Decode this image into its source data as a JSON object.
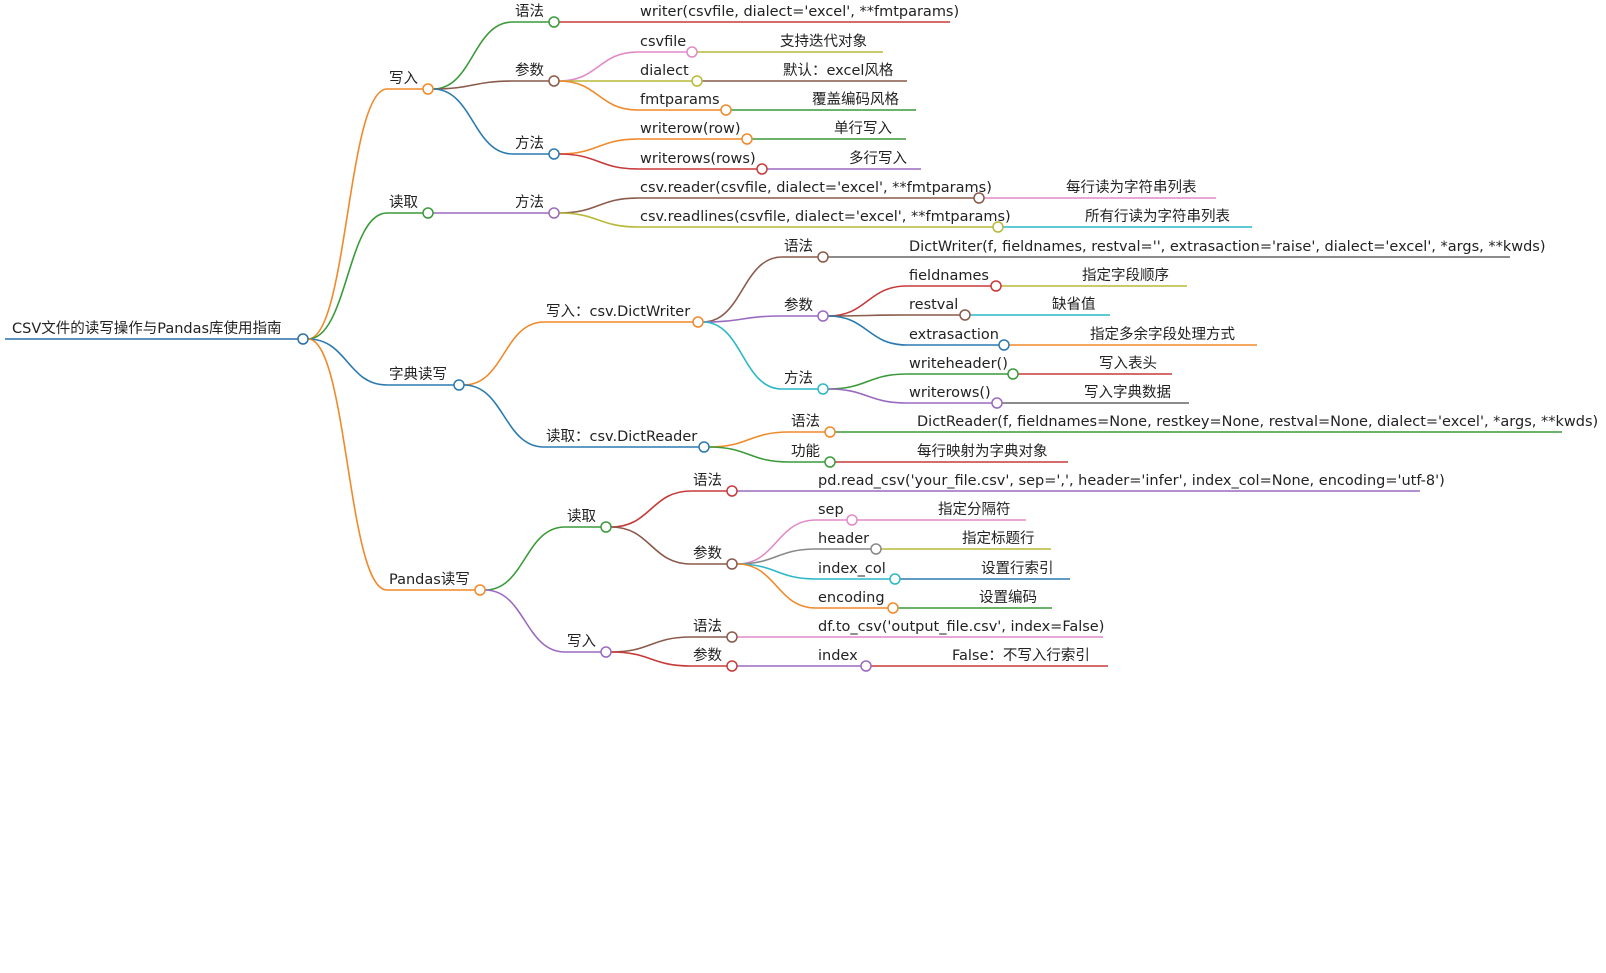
{
  "colors": {
    "root": "#2a6fa8",
    "orange": "#f0892a",
    "green": "#3a9a3a",
    "brown": "#8a5a4a",
    "blue": "#2a7ab0",
    "purple": "#9a6ac0",
    "red": "#c83a3a",
    "pink": "#e08ac8",
    "olive": "#b8b83a",
    "cyan": "#2ab8c8",
    "gray": "#888888",
    "darkgray": "#666666"
  },
  "tree": {
    "id": "root",
    "label": "CSV文件的读写操作与Pandas库使用指南",
    "color": "root",
    "children": [
      {
        "id": "w",
        "label": "写入",
        "color": "orange",
        "children": [
          {
            "id": "w-syntax",
            "label": "语法",
            "color": "green",
            "children": [
              {
                "id": "w-syntax-v",
                "label": "writer(csvfile, dialect='excel', **fmtparams)",
                "color": "red"
              }
            ]
          },
          {
            "id": "w-params",
            "label": "参数",
            "color": "brown",
            "children": [
              {
                "id": "w-p-csvfile",
                "label": "csvfile",
                "color": "pink",
                "children": [
                  {
                    "id": "w-p-csvfile-d",
                    "label": "支持迭代对象",
                    "color": "olive"
                  }
                ]
              },
              {
                "id": "w-p-dialect",
                "label": "dialect",
                "color": "olive",
                "children": [
                  {
                    "id": "w-p-dialect-d",
                    "label": "默认：excel风格",
                    "color": "brown"
                  }
                ]
              },
              {
                "id": "w-p-fmt",
                "label": "fmtparams",
                "color": "orange",
                "children": [
                  {
                    "id": "w-p-fmt-d",
                    "label": "覆盖编码风格",
                    "color": "green"
                  }
                ]
              }
            ]
          },
          {
            "id": "w-methods",
            "label": "方法",
            "color": "blue",
            "children": [
              {
                "id": "w-m-row",
                "label": "writerow(row)",
                "color": "orange",
                "children": [
                  {
                    "id": "w-m-row-d",
                    "label": "单行写入",
                    "color": "green"
                  }
                ]
              },
              {
                "id": "w-m-rows",
                "label": "writerows(rows)",
                "color": "red",
                "children": [
                  {
                    "id": "w-m-rows-d",
                    "label": "多行写入",
                    "color": "purple"
                  }
                ]
              }
            ]
          }
        ]
      },
      {
        "id": "r",
        "label": "读取",
        "color": "green",
        "children": [
          {
            "id": "r-methods",
            "label": "方法",
            "color": "purple",
            "children": [
              {
                "id": "r-m-reader",
                "label": "csv.reader(csvfile, dialect='excel', **fmtparams)",
                "color": "brown",
                "children": [
                  {
                    "id": "r-m-reader-d",
                    "label": "每行读为字符串列表",
                    "color": "pink"
                  }
                ]
              },
              {
                "id": "r-m-readlines",
                "label": "csv.readlines(csvfile, dialect='excel', **fmtparams)",
                "color": "olive",
                "children": [
                  {
                    "id": "r-m-readlines-d",
                    "label": "所有行读为字符串列表",
                    "color": "cyan"
                  }
                ]
              }
            ]
          }
        ]
      },
      {
        "id": "d",
        "label": "字典读写",
        "color": "blue",
        "children": [
          {
            "id": "dw",
            "label": "写入：csv.DictWriter",
            "color": "orange",
            "children": [
              {
                "id": "dw-syntax",
                "label": "语法",
                "color": "brown",
                "children": [
                  {
                    "id": "dw-syntax-v",
                    "label": "DictWriter(f, fieldnames, restval='', extrasaction='raise', dialect='excel', *args, **kwds)",
                    "color": "darkgray"
                  }
                ]
              },
              {
                "id": "dw-params",
                "label": "参数",
                "color": "purple",
                "children": [
                  {
                    "id": "dw-p-fn",
                    "label": "fieldnames",
                    "color": "red",
                    "children": [
                      {
                        "id": "dw-p-fn-d",
                        "label": "指定字段顺序",
                        "color": "olive"
                      }
                    ]
                  },
                  {
                    "id": "dw-p-rv",
                    "label": "restval",
                    "color": "brown",
                    "children": [
                      {
                        "id": "dw-p-rv-d",
                        "label": "缺省值",
                        "color": "cyan"
                      }
                    ]
                  },
                  {
                    "id": "dw-p-ea",
                    "label": "extrasaction",
                    "color": "blue",
                    "children": [
                      {
                        "id": "dw-p-ea-d",
                        "label": "指定多余字段处理方式",
                        "color": "orange"
                      }
                    ]
                  }
                ]
              },
              {
                "id": "dw-methods",
                "label": "方法",
                "color": "cyan",
                "children": [
                  {
                    "id": "dw-m-wh",
                    "label": "writeheader()",
                    "color": "green",
                    "children": [
                      {
                        "id": "dw-m-wh-d",
                        "label": "写入表头",
                        "color": "red"
                      }
                    ]
                  },
                  {
                    "id": "dw-m-wr",
                    "label": "writerows()",
                    "color": "purple",
                    "children": [
                      {
                        "id": "dw-m-wr-d",
                        "label": "写入字典数据",
                        "color": "darkgray"
                      }
                    ]
                  }
                ]
              }
            ]
          },
          {
            "id": "dr",
            "label": "读取：csv.DictReader",
            "color": "blue",
            "children": [
              {
                "id": "dr-syntax",
                "label": "语法",
                "color": "orange",
                "children": [
                  {
                    "id": "dr-syntax-v",
                    "label": "DictReader(f, fieldnames=None, restkey=None, restval=None, dialect='excel', *args, **kwds)",
                    "color": "green"
                  }
                ]
              },
              {
                "id": "dr-func",
                "label": "功能",
                "color": "green",
                "children": [
                  {
                    "id": "dr-func-v",
                    "label": "每行映射为字典对象",
                    "color": "red"
                  }
                ]
              }
            ]
          }
        ]
      },
      {
        "id": "p",
        "label": "Pandas读写",
        "color": "orange",
        "children": [
          {
            "id": "pr",
            "label": "读取",
            "color": "green",
            "children": [
              {
                "id": "pr-syntax",
                "label": "语法",
                "color": "red",
                "children": [
                  {
                    "id": "pr-syntax-v",
                    "label": "pd.read_csv('your_file.csv', sep=',', header='infer', index_col=None, encoding='utf-8')",
                    "color": "purple"
                  }
                ]
              },
              {
                "id": "pr-params",
                "label": "参数",
                "color": "brown",
                "children": [
                  {
                    "id": "pr-p-sep",
                    "label": "sep",
                    "color": "pink",
                    "children": [
                      {
                        "id": "pr-p-sep-d",
                        "label": "指定分隔符",
                        "color": "pink"
                      }
                    ]
                  },
                  {
                    "id": "pr-p-header",
                    "label": "header",
                    "color": "gray",
                    "children": [
                      {
                        "id": "pr-p-header-d",
                        "label": "指定标题行",
                        "color": "olive"
                      }
                    ]
                  },
                  {
                    "id": "pr-p-index",
                    "label": "index_col",
                    "color": "cyan",
                    "children": [
                      {
                        "id": "pr-p-index-d",
                        "label": "设置行索引",
                        "color": "blue"
                      }
                    ]
                  },
                  {
                    "id": "pr-p-enc",
                    "label": "encoding",
                    "color": "orange",
                    "children": [
                      {
                        "id": "pr-p-enc-d",
                        "label": "设置编码",
                        "color": "green"
                      }
                    ]
                  }
                ]
              }
            ]
          },
          {
            "id": "pw",
            "label": "写入",
            "color": "purple",
            "children": [
              {
                "id": "pw-syntax",
                "label": "语法",
                "color": "brown",
                "children": [
                  {
                    "id": "pw-syntax-v",
                    "label": "df.to_csv('output_file.csv', index=False)",
                    "color": "pink"
                  }
                ]
              },
              {
                "id": "pw-params",
                "label": "参数",
                "color": "red",
                "children": [
                  {
                    "id": "pw-p-index",
                    "label": "index",
                    "color": "purple",
                    "children": [
                      {
                        "id": "pw-p-index-d",
                        "label": "False：不写入行索引",
                        "color": "red"
                      }
                    ]
                  }
                ]
              }
            ]
          }
        ]
      }
    ]
  }
}
